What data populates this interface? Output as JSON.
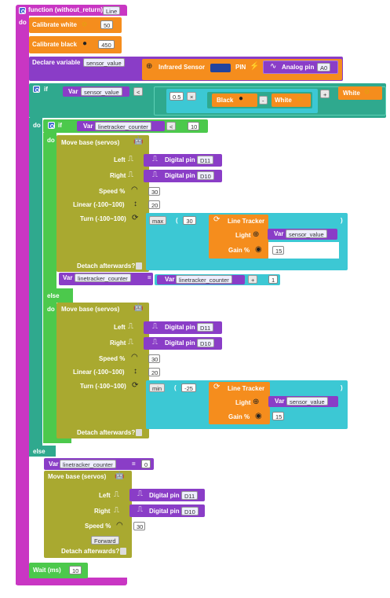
{
  "function_block": {
    "title": "function (without_return)",
    "name": "Line",
    "do": "do"
  },
  "calibrate_white": {
    "label": "Calibrate white",
    "value": "50"
  },
  "calibrate_black": {
    "label": "Calibrate black",
    "value": "450"
  },
  "declare": {
    "label": "Declare variable",
    "var": "sensor_value",
    "sensor": "Infrared Sensor",
    "pin_label": "PIN",
    "analog": "Analog pin",
    "analog_value": "A0"
  },
  "if1": {
    "label": "if",
    "var_label": "Var",
    "var": "sensor_value",
    "op": "<",
    "num": "0.5",
    "mult": "×",
    "black": "Black",
    "minus": "-",
    "white": "White",
    "plus": "+",
    "white2": "White"
  },
  "do_label": "do",
  "else_label": "else",
  "if2": {
    "label": "if",
    "var_label": "Var",
    "var": "linetracker_counter",
    "op": "<",
    "value": "10"
  },
  "move1": {
    "title": "Move base (servos)",
    "left": "Left",
    "right": "Right",
    "left_pin": "Digital pin",
    "left_pin_val": "D11",
    "right_pin": "Digital pin",
    "right_pin_val": "D10",
    "speed": "Speed %",
    "speed_val": "30",
    "linear": "Linear (-100~100)",
    "linear_val": "20",
    "turn": "Turn (-100~100)",
    "fn": "max",
    "fn_open": "(",
    "fn_val": "30",
    "fn_close": ")",
    "tracker": "Line Tracker",
    "light": "Light",
    "light_var_label": "Var",
    "light_var": "sensor_value",
    "gain": "Gain %",
    "gain_val": "15",
    "detach": "Detach afterwards?"
  },
  "set_counter": {
    "var_label": "Var",
    "var": "linetracker_counter",
    "eq": "=",
    "var_label2": "Var",
    "var2": "linetracker_counter",
    "op": "+",
    "value": "1"
  },
  "move2": {
    "title": "Move base (servos)",
    "left": "Left",
    "right": "Right",
    "left_pin": "Digital pin",
    "left_pin_val": "D11",
    "right_pin": "Digital pin",
    "right_pin_val": "D10",
    "speed": "Speed %",
    "speed_val": "30",
    "linear": "Linear (-100~100)",
    "linear_val": "20",
    "turn": "Turn (-100~100)",
    "fn": "min",
    "fn_open": "(",
    "fn_val": "-25",
    "fn_close": ")",
    "tracker": "Line Tracker",
    "light": "Light",
    "light_var_label": "Var",
    "light_var": "sensor_value",
    "gain": "Gain %",
    "gain_val": "15",
    "detach": "Detach afterwards?"
  },
  "reset_counter": {
    "var_label": "Var",
    "var": "linetracker_counter",
    "eq": "=",
    "value": "0"
  },
  "move3": {
    "title": "Move base (servos)",
    "left": "Left",
    "right": "Right",
    "left_pin": "Digital pin",
    "left_pin_val": "D11",
    "right_pin": "Digital pin",
    "right_pin_val": "D10",
    "speed": "Speed %",
    "speed_val": "30",
    "direction": "Forward",
    "detach": "Detach afterwards?"
  },
  "wait": {
    "label": "Wait (ms)",
    "value": "10"
  }
}
